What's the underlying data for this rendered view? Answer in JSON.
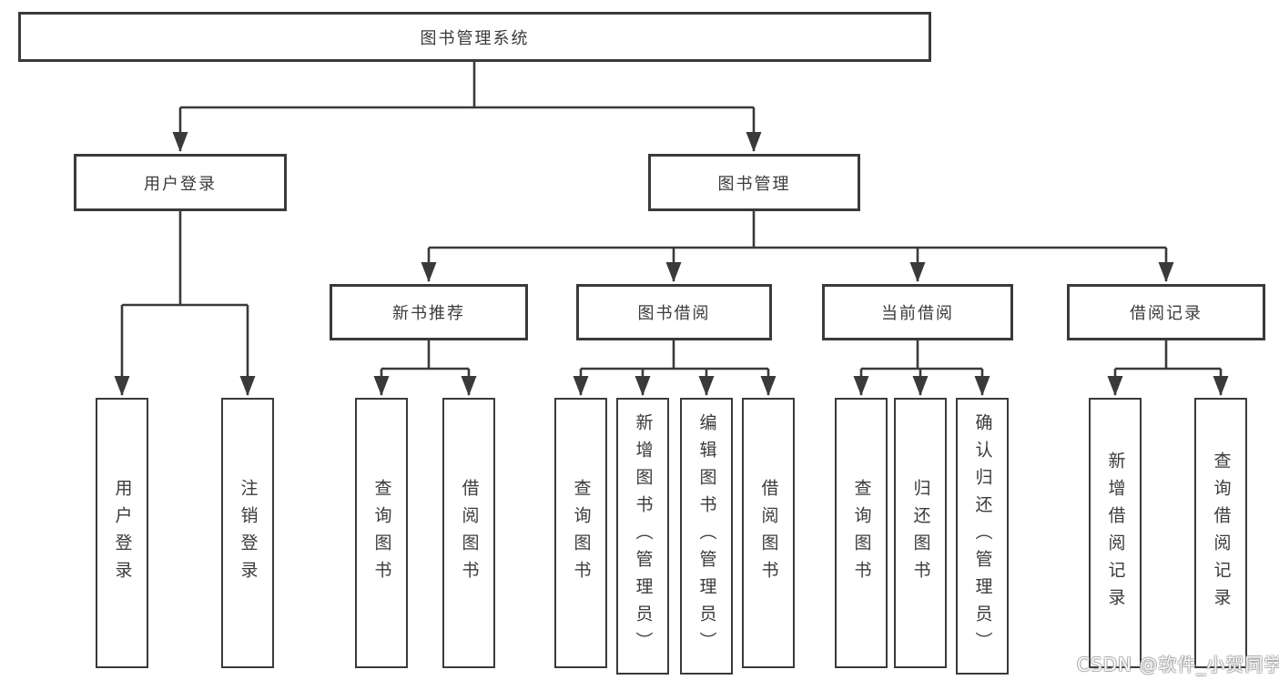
{
  "colors": {
    "line": "#3a3a3a",
    "text": "#3b3b3b",
    "background": "#ffffff"
  },
  "tree": {
    "label": "图书管理系统",
    "children": [
      {
        "label": "用户登录",
        "children": [
          {
            "label": "用户登录"
          },
          {
            "label": "注销登录"
          }
        ]
      },
      {
        "label": "图书管理",
        "children": [
          {
            "label": "新书推荐",
            "children": [
              {
                "label": "查询图书"
              },
              {
                "label": "借阅图书"
              }
            ]
          },
          {
            "label": "图书借阅",
            "children": [
              {
                "label": "查询图书"
              },
              {
                "label": "新增图书（管理员）"
              },
              {
                "label": "编辑图书（管理员）"
              },
              {
                "label": "借阅图书"
              }
            ]
          },
          {
            "label": "当前借阅",
            "children": [
              {
                "label": "查询图书"
              },
              {
                "label": "归还图书"
              },
              {
                "label": "确认归还（管理员）"
              }
            ]
          },
          {
            "label": "借阅记录",
            "children": [
              {
                "label": "新增借阅记录"
              },
              {
                "label": "查询借阅记录"
              }
            ]
          }
        ]
      }
    ]
  },
  "watermark": {
    "text": "CSDN @软件_小贺同学"
  }
}
